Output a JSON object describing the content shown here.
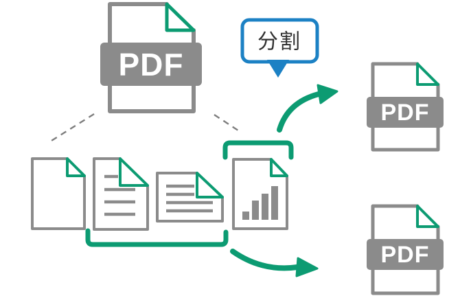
{
  "title": "PDF split diagram",
  "colors": {
    "green": "#0c9b72",
    "blue": "#1c81c4",
    "gray": "#8b8b8b",
    "dash_gray": "#7d7d7d",
    "label_dark": "#2f2f2f",
    "white": "#ffffff"
  },
  "bubble": {
    "label": "分割"
  },
  "source_pdf": {
    "label": "PDF"
  },
  "output_pdfs": [
    {
      "label": "PDF"
    },
    {
      "label": "PDF"
    }
  ],
  "pages": [
    {
      "type": "blank-page"
    },
    {
      "type": "text-page",
      "lines": 4
    },
    {
      "type": "text-page-landscape",
      "lines": 4
    },
    {
      "type": "chart-page",
      "bar_heights": [
        12,
        28,
        38,
        49
      ]
    }
  ]
}
